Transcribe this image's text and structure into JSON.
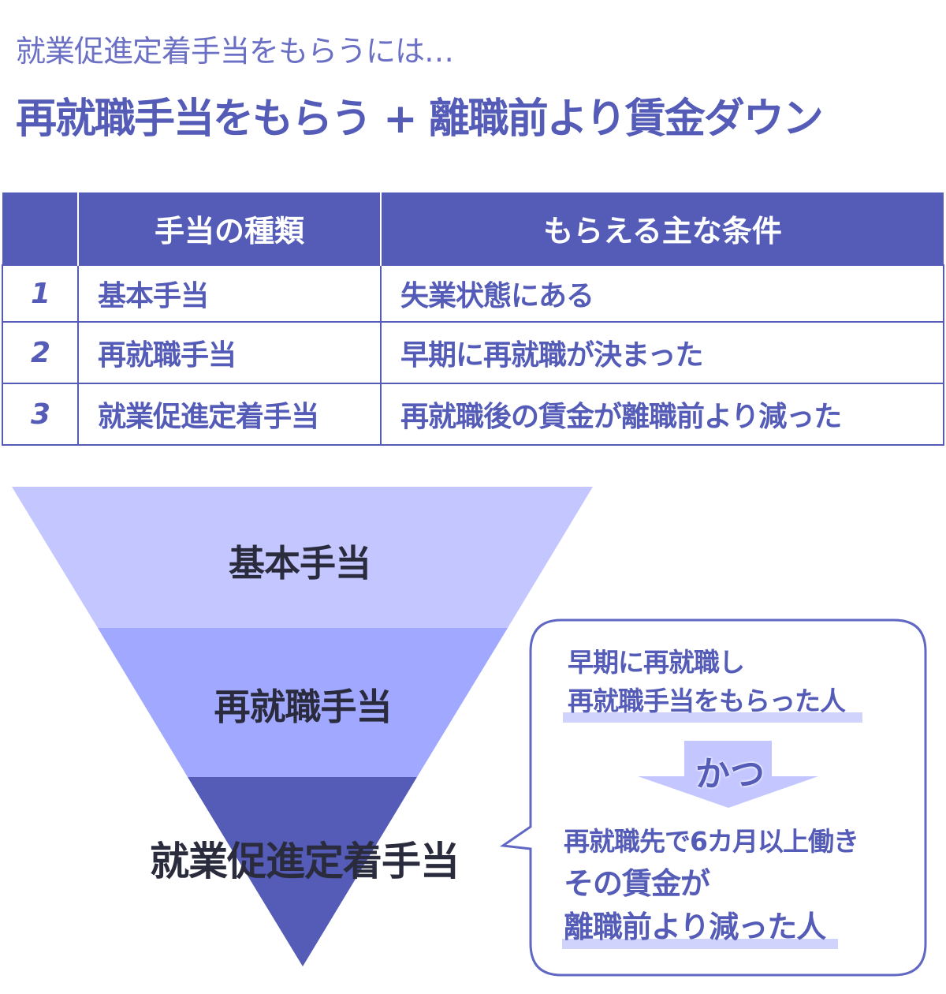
{
  "header": {
    "subtitle": "就業促進定着手当をもらうには…",
    "title": "再就職手当をもらう + 離職前より賃金ダウン"
  },
  "table": {
    "headers": [
      "",
      "手当の種類",
      "もらえる主な条件"
    ],
    "rows": [
      {
        "num": "1",
        "type": "基本手当",
        "condition": "失業状態にある"
      },
      {
        "num": "2",
        "type": "再就職手当",
        "condition": "早期に再就職が決まった"
      },
      {
        "num": "3",
        "type": "就業促進定着手当",
        "condition": "再就職後の賃金が離職前より減った"
      }
    ]
  },
  "funnel": {
    "levels": [
      "基本手当",
      "再就職手当",
      "就業促進定着手当"
    ],
    "colors": [
      "#c4c7ff",
      "#a0a8ff",
      "#545cb8"
    ]
  },
  "bubble": {
    "line1": "早期に再就職し",
    "line2": "再就職手当をもらった人",
    "connector": "かつ",
    "line3": "再就職先で6カ月以上働き",
    "line4": "その賃金が",
    "line5": "離職前より減った人"
  },
  "colors": {
    "primary": "#545cb8",
    "highlight": "#d0d3fb"
  }
}
